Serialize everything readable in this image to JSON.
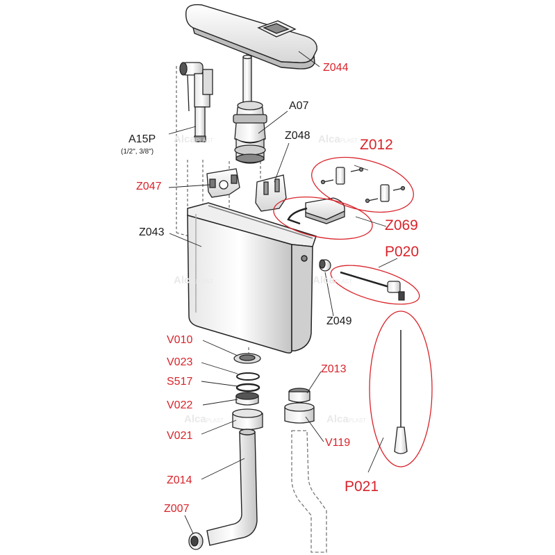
{
  "colors": {
    "black_label": "#1a1a1a",
    "red_label": "#d8232a",
    "outline": "#222222",
    "shade": "#c9c9c9"
  },
  "watermark": {
    "brand": "Alca",
    "suffix": "PLAST"
  },
  "labels": {
    "z044": "Z044",
    "a07": "A07",
    "a15p": "A15P",
    "a15p_sub": "(1/2\", 3/8\")",
    "z048": "Z048",
    "z012": "Z012",
    "z047": "Z047",
    "z069": "Z069",
    "z043": "Z043",
    "p020": "P020",
    "z049": "Z049",
    "v010": "V010",
    "v023": "V023",
    "s517": "S517",
    "v022": "V022",
    "v021": "V021",
    "z013": "Z013",
    "v119": "V119",
    "z014": "Z014",
    "z007": "Z007",
    "p021": "P021"
  }
}
